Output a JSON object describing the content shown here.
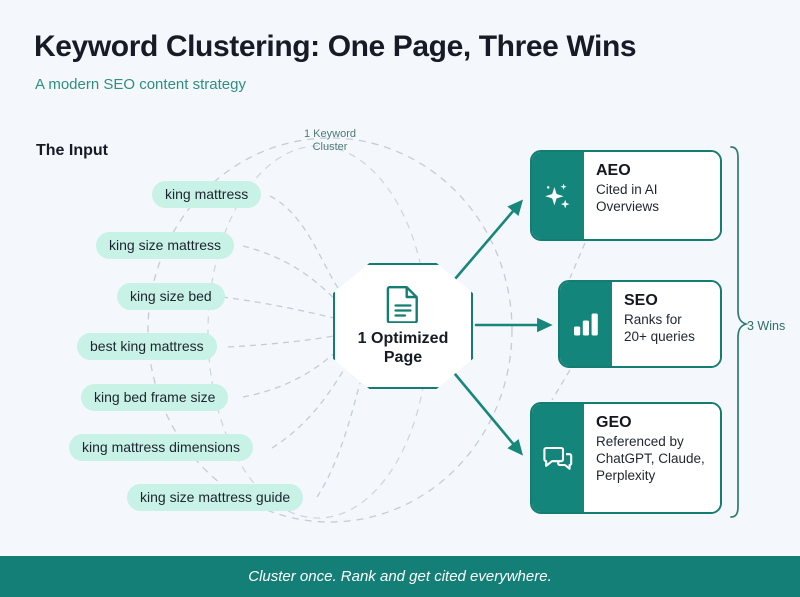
{
  "header": {
    "title": "Keyword Clustering: One Page, Three Wins",
    "subtitle": "A modern SEO content strategy"
  },
  "input_section": {
    "label": "The Input",
    "cluster_annotation": "1 Keyword\nCluster",
    "keywords": [
      "king mattress",
      "king size mattress",
      "king size bed",
      "best king mattress",
      "king bed frame size",
      "king mattress dimensions",
      "king size mattress guide"
    ]
  },
  "center": {
    "label": "1 Optimized\nPage",
    "icon": "document-icon"
  },
  "outcomes": {
    "bracket_label": "3 Wins",
    "cards": [
      {
        "title": "AEO",
        "description": "Cited in AI\nOverviews",
        "icon": "sparkles-icon"
      },
      {
        "title": "SEO",
        "description": "Ranks for\n20+ queries",
        "icon": "bar-chart-icon"
      },
      {
        "title": "GEO",
        "description": "Referenced by\nChatGPT, Claude,\nPerplexity",
        "icon": "chat-bubbles-icon"
      }
    ]
  },
  "footer": {
    "text": "Cluster once. Rank and get cited everywhere."
  },
  "colors": {
    "background": "#f4f7fb",
    "teal": "#14857a",
    "teal_dark": "#147d72",
    "mint_pill": "#c8f2e5",
    "subtitle_green": "#2f8f7f",
    "title_dark": "#161b26",
    "dashed_gray": "#c3cdd6"
  }
}
